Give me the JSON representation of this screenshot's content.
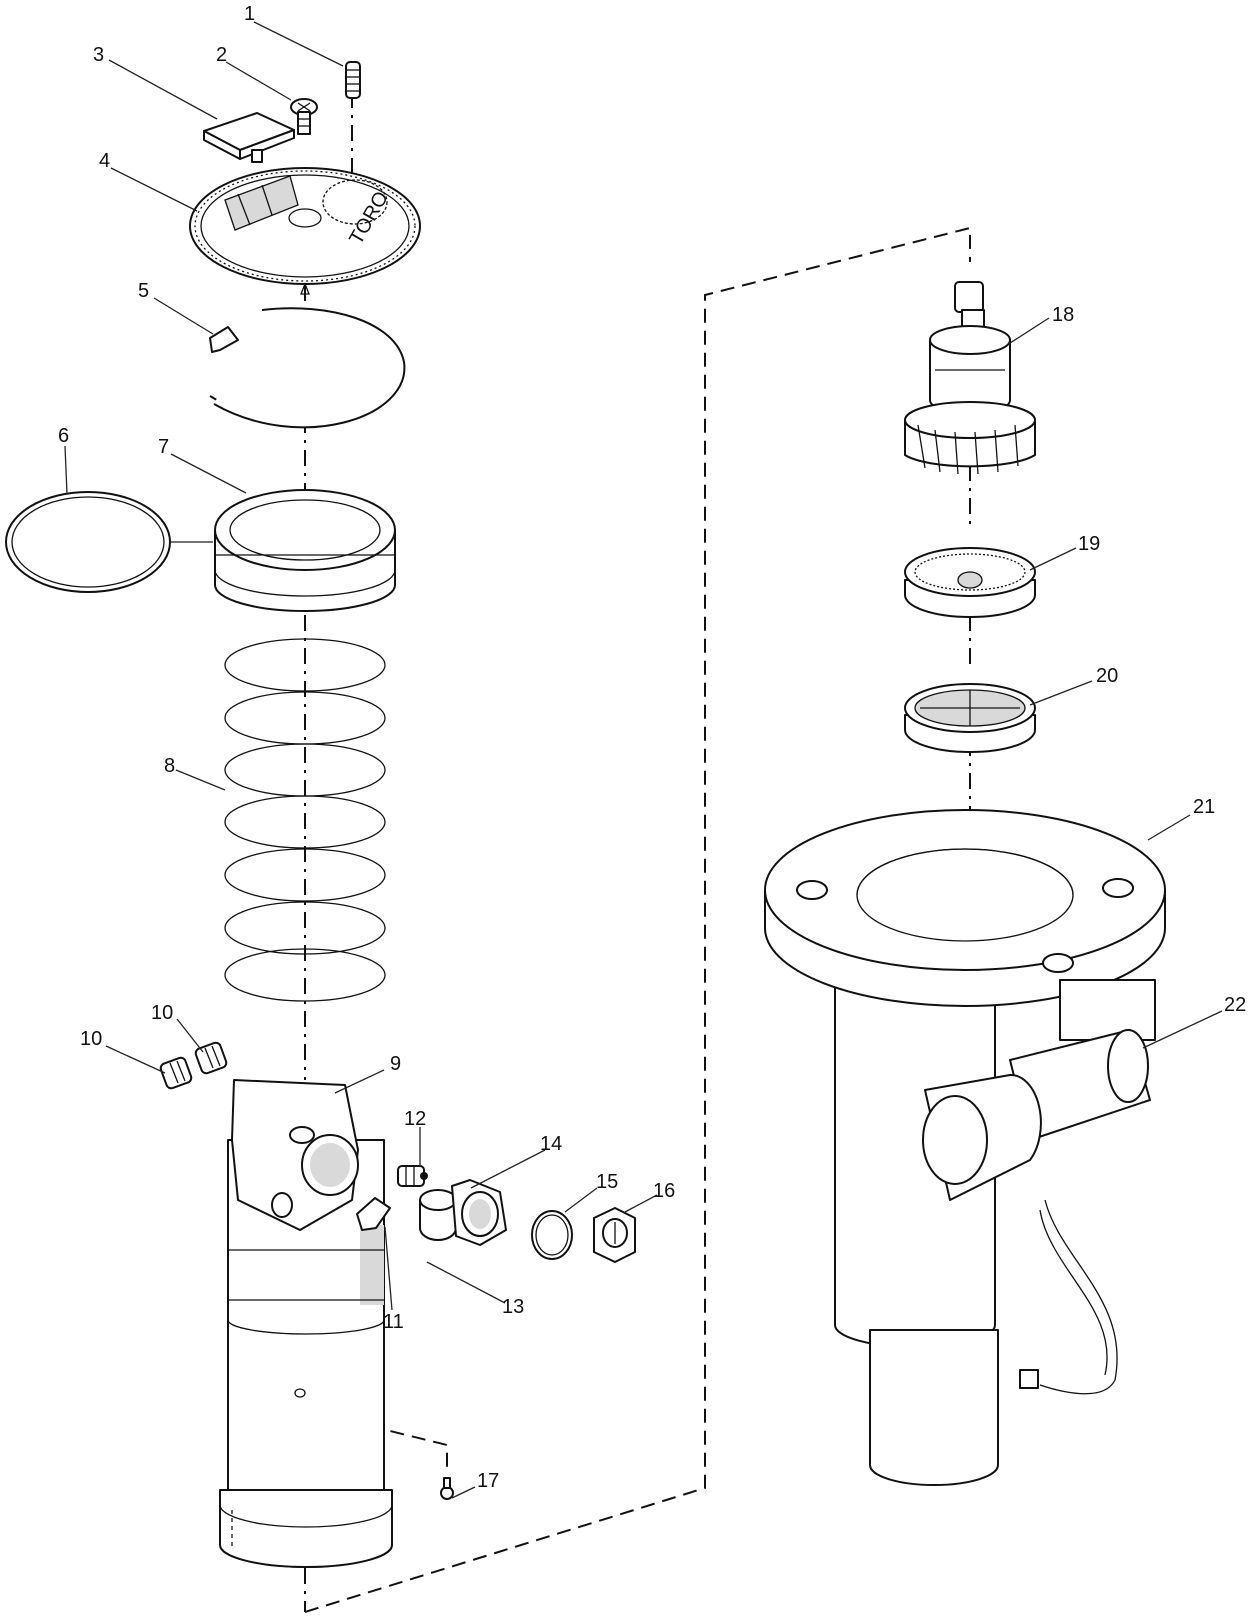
{
  "diagram": {
    "callouts": [
      {
        "id": "c1",
        "text": "1"
      },
      {
        "id": "c2",
        "text": "2"
      },
      {
        "id": "c3",
        "text": "3"
      },
      {
        "id": "c4",
        "text": "4"
      },
      {
        "id": "c5",
        "text": "5"
      },
      {
        "id": "c6",
        "text": "6"
      },
      {
        "id": "c7",
        "text": "7"
      },
      {
        "id": "c8",
        "text": "8"
      },
      {
        "id": "c9",
        "text": "9"
      },
      {
        "id": "c10a",
        "text": "10"
      },
      {
        "id": "c10b",
        "text": "10"
      },
      {
        "id": "c11",
        "text": "11"
      },
      {
        "id": "c12",
        "text": "12"
      },
      {
        "id": "c13",
        "text": "13"
      },
      {
        "id": "c14",
        "text": "14"
      },
      {
        "id": "c15",
        "text": "15"
      },
      {
        "id": "c16",
        "text": "16"
      },
      {
        "id": "c17",
        "text": "17"
      },
      {
        "id": "c18",
        "text": "18"
      },
      {
        "id": "c19",
        "text": "19"
      },
      {
        "id": "c20",
        "text": "20"
      },
      {
        "id": "c21",
        "text": "21"
      },
      {
        "id": "c22",
        "text": "22"
      }
    ],
    "cap_imprint": "TORO"
  }
}
